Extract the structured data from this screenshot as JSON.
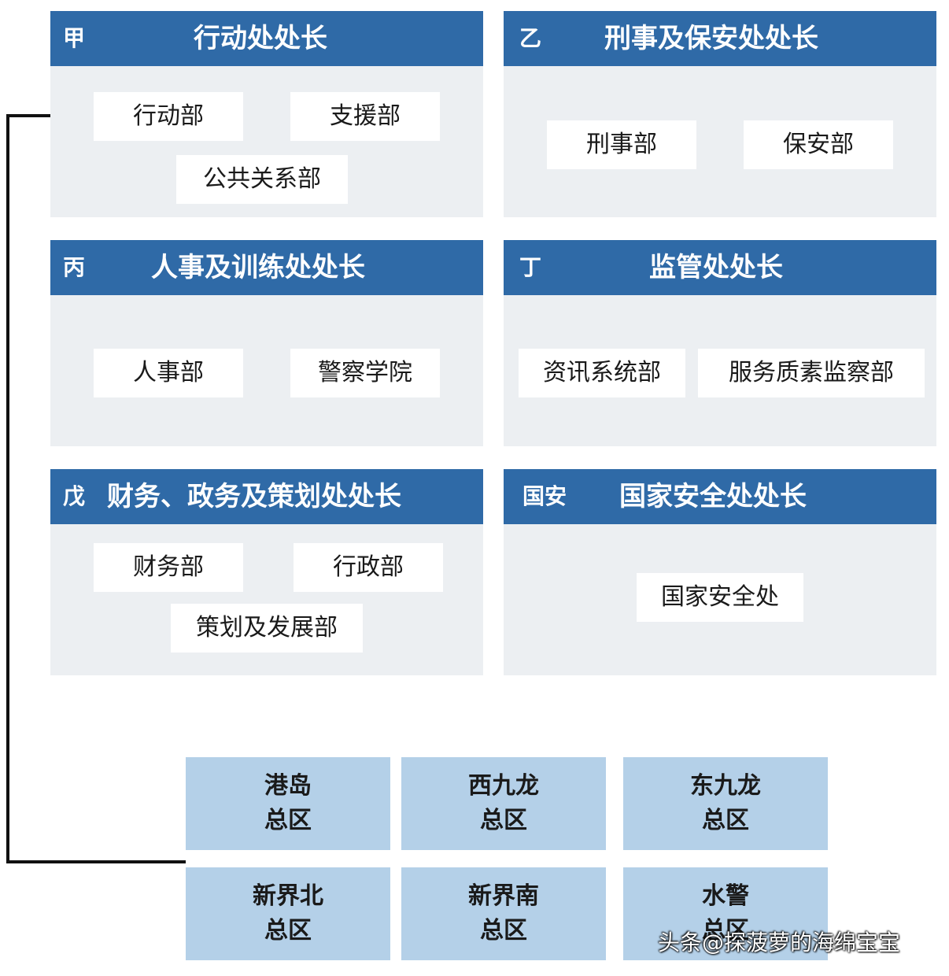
{
  "panels": [
    {
      "tag": "甲",
      "title": "行动处处长",
      "units": [
        "行动部",
        "支援部",
        "公共关系部"
      ]
    },
    {
      "tag": "乙",
      "title": "刑事及保安处处长",
      "units": [
        "刑事部",
        "保安部"
      ]
    },
    {
      "tag": "丙",
      "title": "人事及训练处处长",
      "units": [
        "人事部",
        "警察学院"
      ]
    },
    {
      "tag": "丁",
      "title": "监管处处长",
      "units": [
        "资讯系统部",
        "服务质素监察部"
      ]
    },
    {
      "tag": "戊",
      "title": "财务、政务及策划处处长",
      "units": [
        "财务部",
        "行政部",
        "策划及发展部"
      ]
    },
    {
      "tag": "国安",
      "title": "国家安全处处长",
      "units": [
        "国家安全处"
      ]
    }
  ],
  "regions": [
    {
      "line1": "港岛",
      "line2": "总区"
    },
    {
      "line1": "西九龙",
      "line2": "总区"
    },
    {
      "line1": "东九龙",
      "line2": "总区"
    },
    {
      "line1": "新界北",
      "line2": "总区"
    },
    {
      "line1": "新界南",
      "line2": "总区"
    },
    {
      "line1": "水警",
      "line2": "总区"
    }
  ],
  "watermark": "头条@探菠萝的海绵宝宝",
  "colors": {
    "header": "#2f6aa7",
    "panel_bg": "#eceff2",
    "region_bg": "#b4d0e8",
    "connector": "#111111"
  }
}
